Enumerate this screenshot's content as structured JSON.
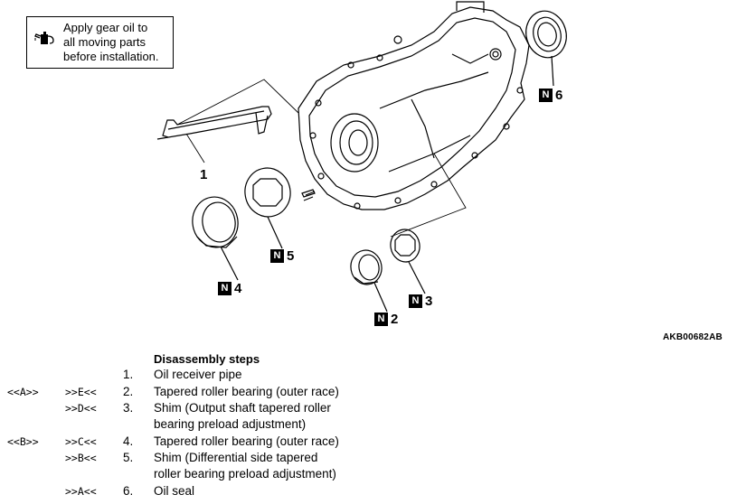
{
  "note": {
    "line1": "Apply gear oil to",
    "line2": "all moving parts",
    "line3": "before installation.",
    "icon": "oil-can-icon"
  },
  "callouts": [
    {
      "num": "1",
      "badge": ""
    },
    {
      "num": "2",
      "badge": "N"
    },
    {
      "num": "3",
      "badge": "N"
    },
    {
      "num": "4",
      "badge": "N"
    },
    {
      "num": "5",
      "badge": "N"
    },
    {
      "num": "6",
      "badge": "N"
    }
  ],
  "ref_code": "AKB00682AB",
  "steps_title": "Disassembly steps",
  "steps": [
    {
      "install": "",
      "remove": "",
      "num": "1.",
      "lines": [
        "Oil receiver pipe"
      ]
    },
    {
      "install": "<<A>>",
      "remove": ">>E<<",
      "num": "2.",
      "lines": [
        "Tapered roller bearing (outer race)"
      ]
    },
    {
      "install": "",
      "remove": ">>D<<",
      "num": "3.",
      "lines": [
        "Shim (Output shaft tapered roller",
        "bearing preload adjustment)"
      ]
    },
    {
      "install": "<<B>>",
      "remove": ">>C<<",
      "num": "4.",
      "lines": [
        "Tapered roller bearing (outer race)"
      ]
    },
    {
      "install": "",
      "remove": ">>B<<",
      "num": "5.",
      "lines": [
        "Shim (Differential side tapered",
        "roller bearing preload adjustment)"
      ]
    },
    {
      "install": "",
      "remove": ">>A<<",
      "num": "6.",
      "lines": [
        "Oil seal"
      ]
    }
  ]
}
